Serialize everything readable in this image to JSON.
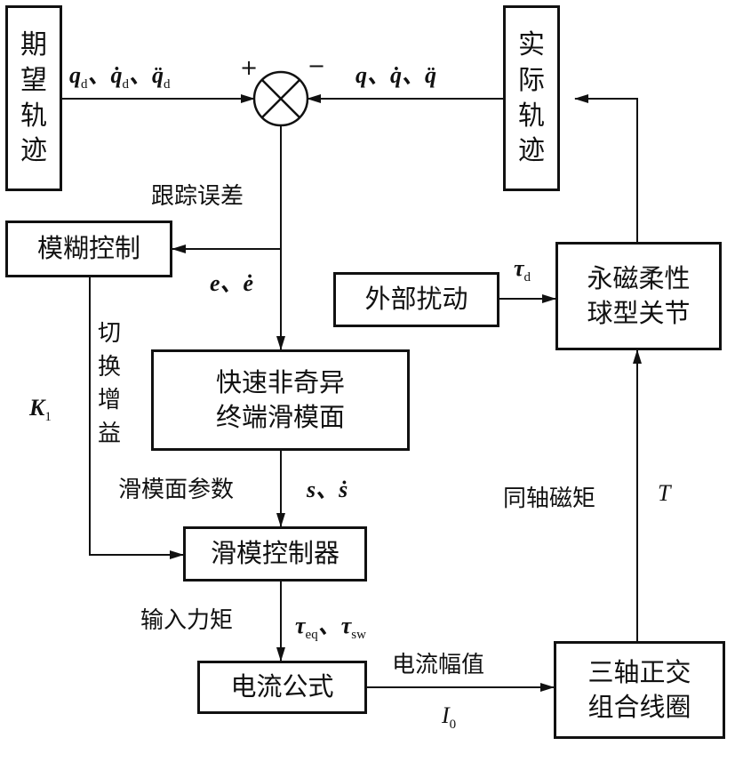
{
  "blocks": {
    "desired_trajectory": "期\n望\n轨\n迹",
    "actual_trajectory": "实\n际\n轨\n迹",
    "fuzzy_control": "模糊控制",
    "external_disturbance": "外部扰动",
    "joint": "永磁柔性\n球型关节",
    "fast_surface": "快速非奇异\n终端滑模面",
    "smc_controller": "滑模控制器",
    "current_formula": "电流公式",
    "coils": "三轴正交\n组合线圈"
  },
  "labels": {
    "tracking_error": "跟踪误差",
    "switching_gain": "切\n换\n增\n益",
    "surface_params": "滑模面参数",
    "input_torque": "输入力矩",
    "coaxial_torque": "同轴磁矩",
    "current_amplitude": "电流幅值",
    "plus": "+",
    "minus": "−"
  },
  "math": {
    "desired_signals": "q_d、q̇_d、q̈_d",
    "actual_signals": "q、q̇、q̈",
    "error_signals": "e、ė",
    "gain_symbol": "K_1",
    "disturbance_symbol": "τ_d",
    "surface_signals": "s、ṡ",
    "torque_signals": "τ_eq、τ_sw",
    "torque_symbol": "T",
    "current_symbol": "I_0"
  }
}
